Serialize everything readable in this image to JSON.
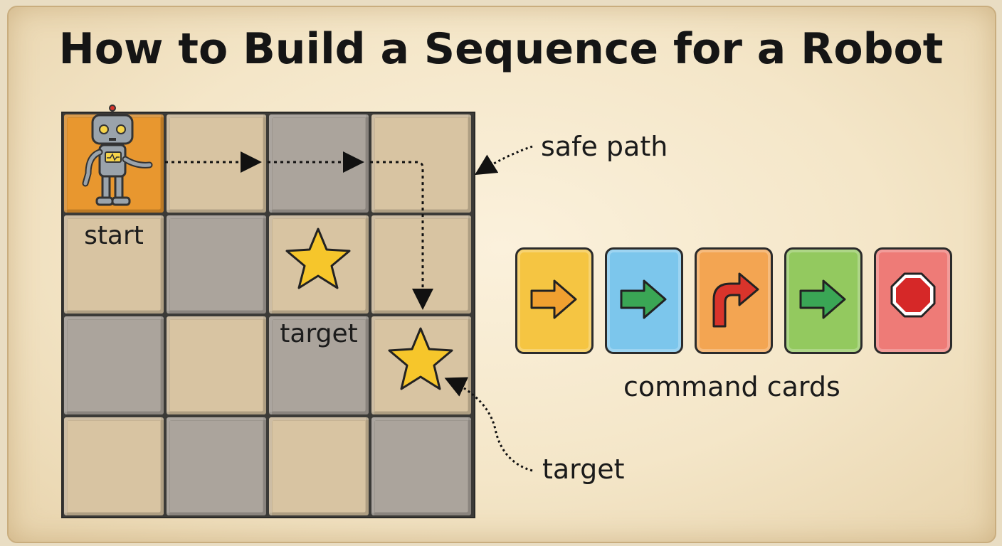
{
  "title": "How to Build a Sequence for a Robot",
  "grid": {
    "rows": 4,
    "cols": 4,
    "cells": [
      [
        "start",
        "tan",
        "gray",
        "tan"
      ],
      [
        "tan",
        "gray",
        "tan",
        "tan"
      ],
      [
        "gray",
        "tan",
        "gray",
        "tan"
      ],
      [
        "tan",
        "gray",
        "tan",
        "gray"
      ]
    ],
    "start_label": "start",
    "cell_target_label": "target"
  },
  "annotations": {
    "safe_path": "safe path",
    "target": "target",
    "command_cards": "command cards"
  },
  "command_cards": [
    {
      "color": "#f5c542",
      "icon": "right-arrow-icon",
      "icon_color": "#f0a030"
    },
    {
      "color": "#7cc6ec",
      "icon": "right-arrow-icon",
      "icon_color": "#3aa655"
    },
    {
      "color": "#f3a552",
      "icon": "turn-right-arrow-icon",
      "icon_color": "#d9342b"
    },
    {
      "color": "#93c95f",
      "icon": "right-arrow-icon",
      "icon_color": "#3aa655"
    },
    {
      "color": "#ee7b77",
      "icon": "stop-sign-icon",
      "icon_color": "#d62828"
    }
  ]
}
